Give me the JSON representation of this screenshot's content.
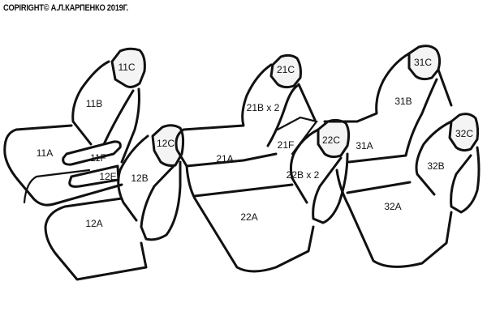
{
  "copyright": "COPIRIGHT© А.Л.КАРПЕНКО 2019Г.",
  "labels": {
    "l11C": "11C",
    "l11B": "11B",
    "l11A": "11A",
    "l11F": "11F",
    "l12E": "12E",
    "l12C": "12C",
    "l12B": "12B",
    "l12A": "12A",
    "l21C": "21C",
    "l21B": "21B x 2",
    "l21A": "21A",
    "l21F": "21F",
    "l22C": "22C",
    "l22B": "22B x 2",
    "l22A": "22A",
    "l31C": "31C",
    "l31B": "31B",
    "l31A": "31A",
    "l32C": "32C",
    "l32B": "32B",
    "l32A": "32A"
  }
}
